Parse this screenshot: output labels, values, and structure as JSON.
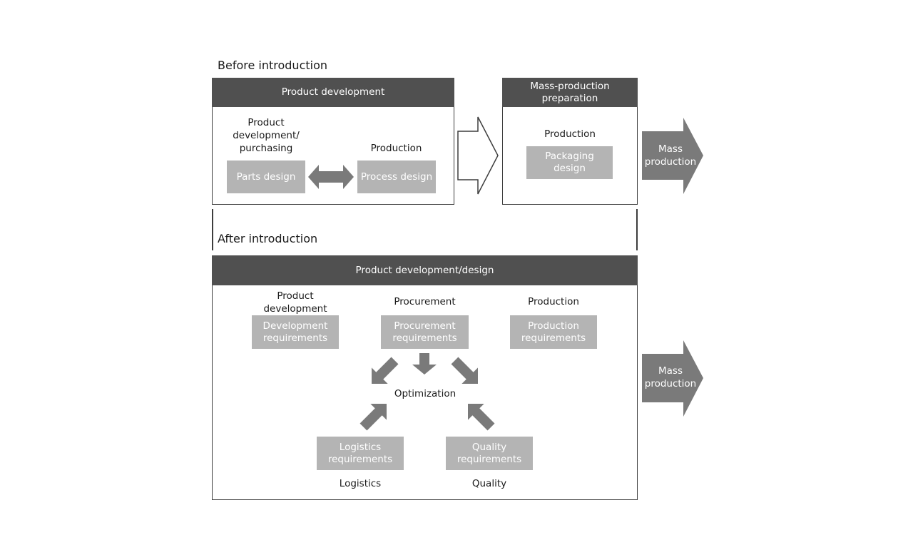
{
  "before": {
    "title": "Before introduction",
    "product_development": {
      "header": "Product development",
      "left_label": "Product\ndevelopment/\npurchasing",
      "left_box": "Parts design",
      "right_label": "Production",
      "right_box": "Process design"
    },
    "mass_prep": {
      "header": "Mass-production\npreparation",
      "label": "Production",
      "box": "Packaging\ndesign"
    },
    "mass_production": "Mass\nproduction"
  },
  "after": {
    "title": "After introduction",
    "header": "Product development/design",
    "nodes": {
      "development": {
        "label": "Product\ndevelopment",
        "box": "Development\nrequirements"
      },
      "procurement": {
        "label": "Procurement",
        "box": "Procurement\nrequirements"
      },
      "production": {
        "label": "Production",
        "box": "Production\nrequirements"
      },
      "logistics": {
        "label": "Logistics",
        "box": "Logistics\nrequirements"
      },
      "quality": {
        "label": "Quality",
        "box": "Quality\nrequirements"
      }
    },
    "center": "Optimization",
    "mass_production": "Mass\nproduction"
  },
  "colors": {
    "header": "#505050",
    "box": "#b4b4b4",
    "arrow": "#7a7a7a",
    "border": "#3d3d3d"
  }
}
